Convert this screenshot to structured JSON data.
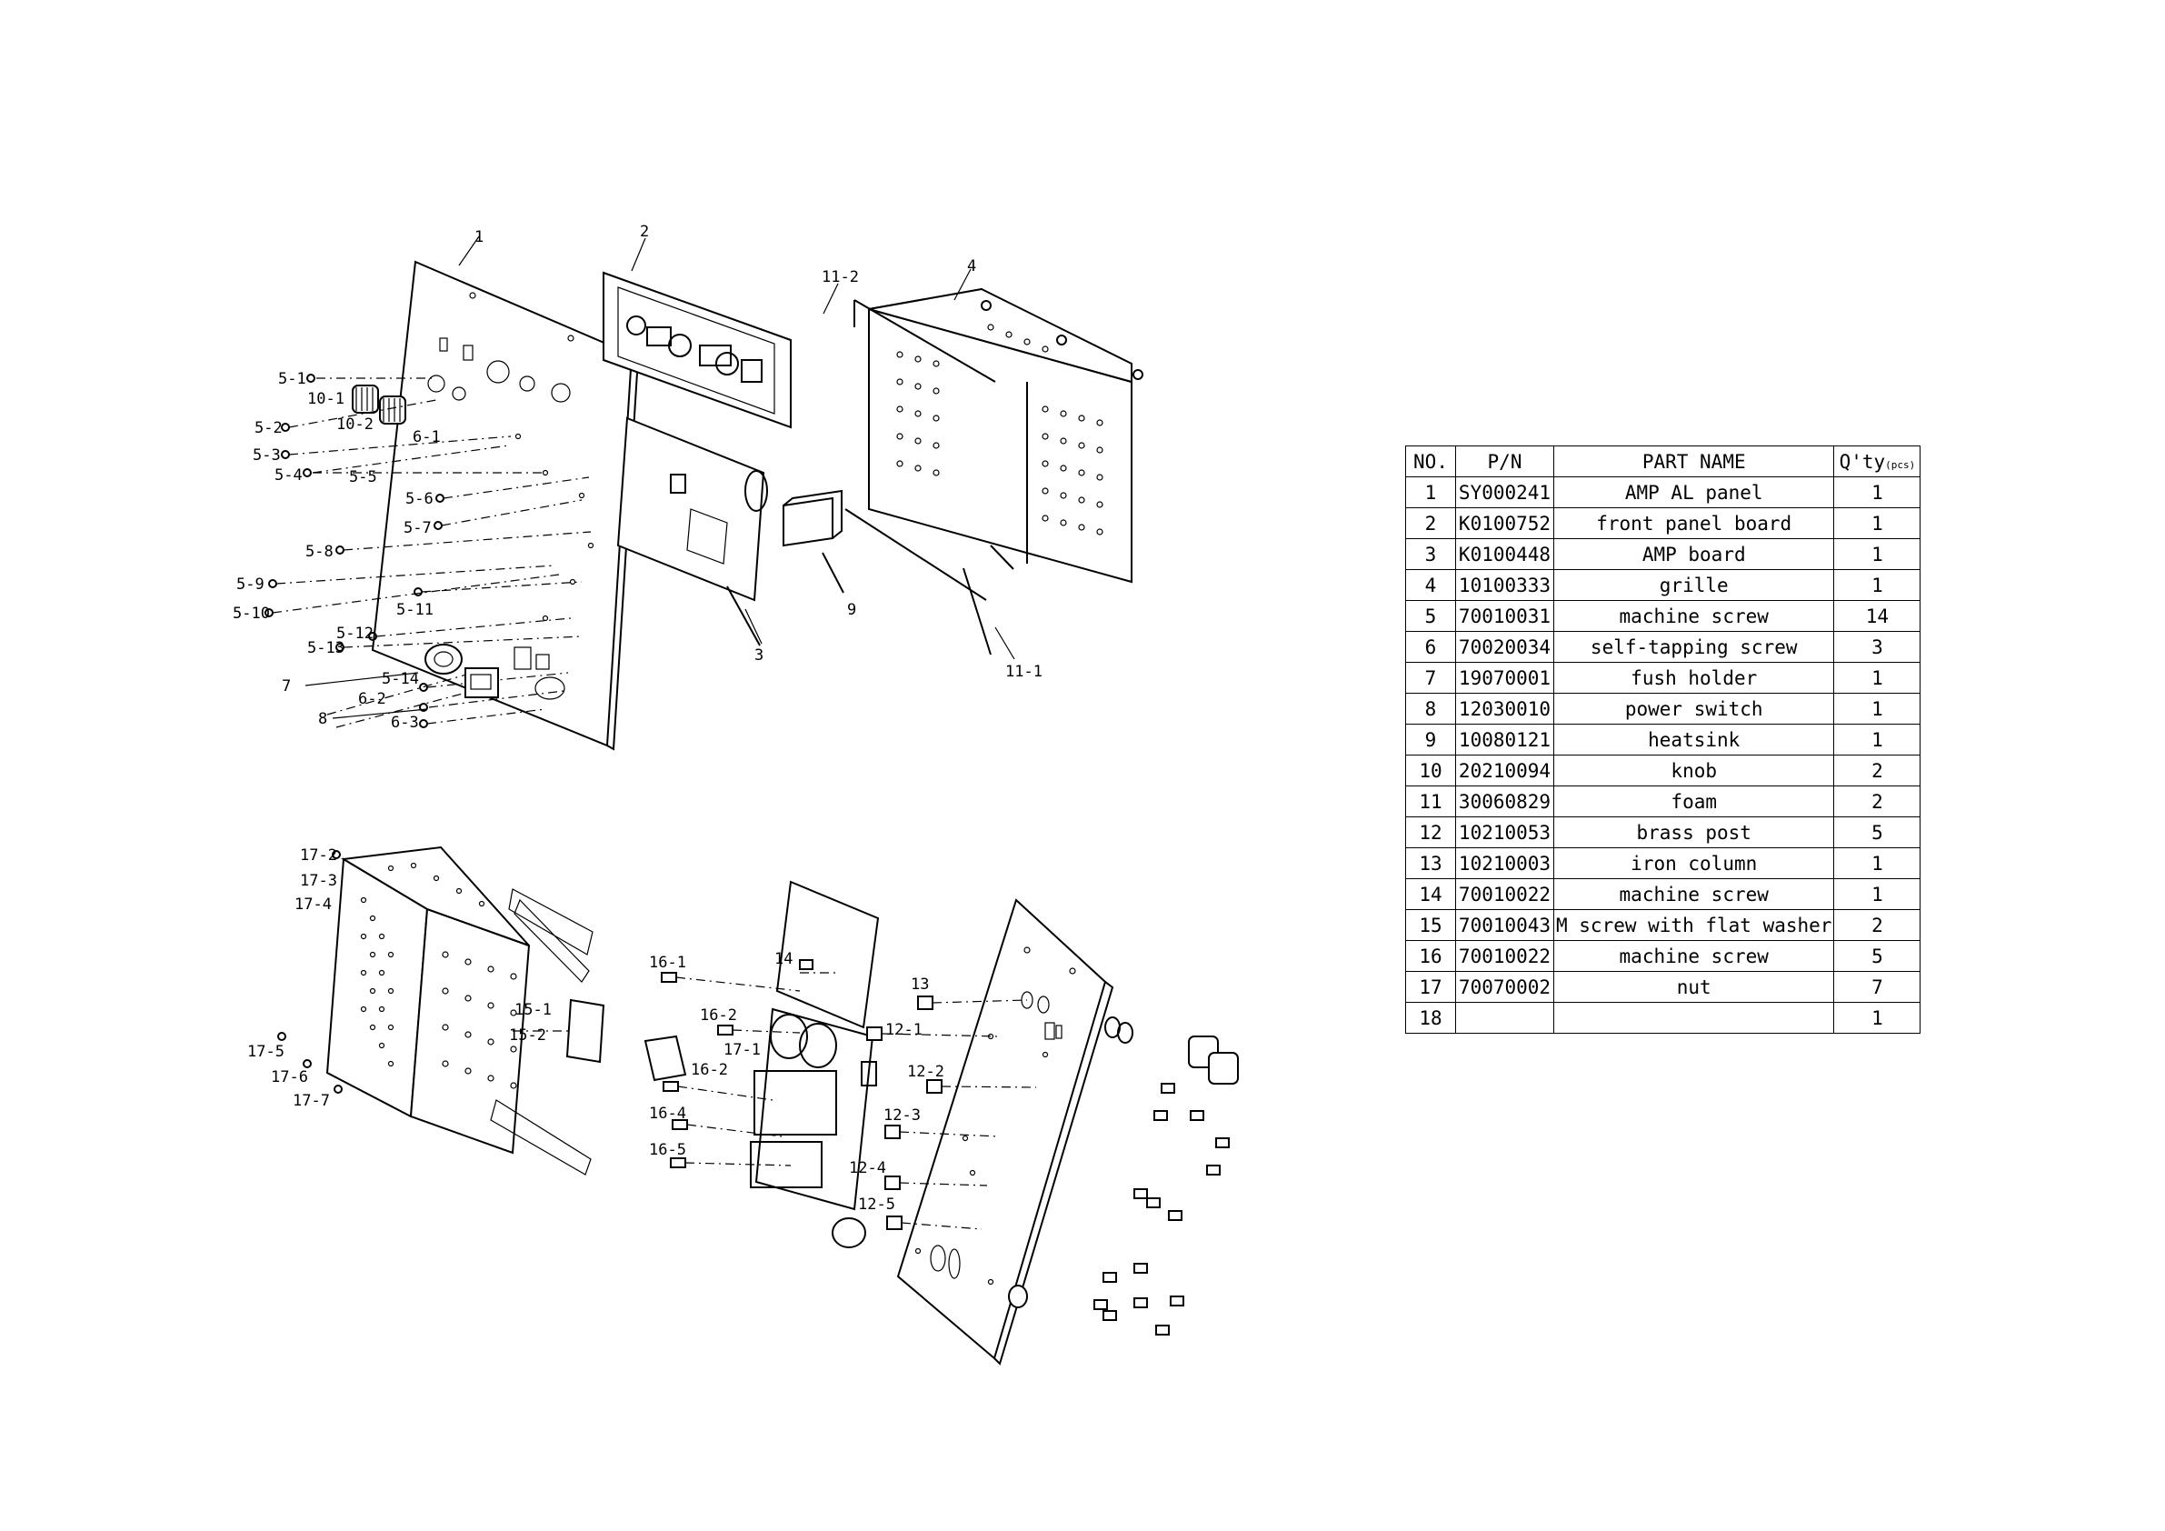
{
  "callouts": {
    "c1": "1",
    "c2": "2",
    "c3": "3",
    "c4": "4",
    "c7": "7",
    "c8": "8",
    "c9": "9",
    "c5_1": "5-1",
    "c5_2": "5-2",
    "c5_3": "5-3",
    "c5_4": "5-4",
    "c5_5": "5-5",
    "c5_6": "5-6",
    "c5_7": "5-7",
    "c5_8": "5-8",
    "c5_9": "5-9",
    "c5_10": "5-10",
    "c5_11": "5-11",
    "c5_12": "5-12",
    "c5_13": "5-13",
    "c5_14": "5-14",
    "c6_1": "6-1",
    "c6_2": "6-2",
    "c6_3": "6-3",
    "c10_1": "10-1",
    "c10_2": "10-2",
    "c11_1": "11-1",
    "c11_2": "11-2",
    "c12_1": "12-1",
    "c12_2": "12-2",
    "c12_3": "12-3",
    "c12_4": "12-4",
    "c12_5": "12-5",
    "c13": "13",
    "c14": "14",
    "c15_1": "15-1",
    "c15_2": "15-2",
    "c16_1": "16-1",
    "c16_2a": "16-2",
    "c16_2b": "16-2",
    "c16_4": "16-4",
    "c16_5": "16-5",
    "c17_1": "17-1",
    "c17_2": "17-2",
    "c17_3": "17-3",
    "c17_4": "17-4",
    "c17_5": "17-5",
    "c17_6": "17-6",
    "c17_7": "17-7"
  },
  "bom": {
    "headers": {
      "no": "NO.",
      "pn": "P/N",
      "name": "PART NAME",
      "qty": "Q'ty",
      "qty_unit": "(pcs)"
    },
    "rows": [
      {
        "no": "1",
        "pn": "SY000241",
        "name": "AMP AL panel",
        "qty": "1"
      },
      {
        "no": "2",
        "pn": "K0100752",
        "name": "front panel board",
        "qty": "1"
      },
      {
        "no": "3",
        "pn": "K0100448",
        "name": "AMP board",
        "qty": "1"
      },
      {
        "no": "4",
        "pn": "10100333",
        "name": "grille",
        "qty": "1"
      },
      {
        "no": "5",
        "pn": "70010031",
        "name": "machine screw",
        "qty": "14"
      },
      {
        "no": "6",
        "pn": "70020034",
        "name": "self-tapping screw",
        "qty": "3"
      },
      {
        "no": "7",
        "pn": "19070001",
        "name": "fush holder",
        "qty": "1"
      },
      {
        "no": "8",
        "pn": "12030010",
        "name": "power switch",
        "qty": "1"
      },
      {
        "no": "9",
        "pn": "10080121",
        "name": "heatsink",
        "qty": "1"
      },
      {
        "no": "10",
        "pn": "20210094",
        "name": "knob",
        "qty": "2"
      },
      {
        "no": "11",
        "pn": "30060829",
        "name": "foam",
        "qty": "2"
      },
      {
        "no": "12",
        "pn": "10210053",
        "name": "brass post",
        "qty": "5"
      },
      {
        "no": "13",
        "pn": "10210003",
        "name": "iron column",
        "qty": "1"
      },
      {
        "no": "14",
        "pn": "70010022",
        "name": "machine screw",
        "qty": "1"
      },
      {
        "no": "15",
        "pn": "70010043",
        "name": "M screw with flat washer",
        "qty": "2"
      },
      {
        "no": "16",
        "pn": "70010022",
        "name": "machine screw",
        "qty": "5"
      },
      {
        "no": "17",
        "pn": "70070002",
        "name": "nut",
        "qty": "7"
      },
      {
        "no": "18",
        "pn": "",
        "name": "",
        "qty": "1"
      }
    ]
  }
}
